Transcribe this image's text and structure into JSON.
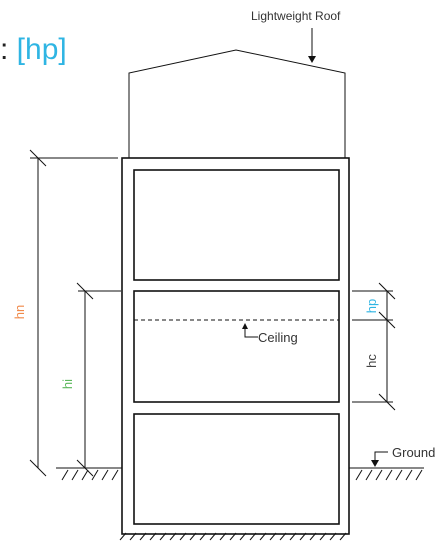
{
  "title_fragment": {
    "prefix": ": ",
    "term": "[hp]",
    "prefix_color": "#222222",
    "term_color": "#2fb5e3"
  },
  "labels": {
    "roof": "Lightweight Roof",
    "ceiling": "Ceiling",
    "ground": "Ground",
    "hn": "hn",
    "hi": "hi",
    "hp": "hp",
    "hc": "hc"
  },
  "colors": {
    "hn": "#f08a4b",
    "hi": "#5cb85c",
    "hp": "#2fb5e3",
    "hc": "#444444",
    "lines": "#111111",
    "text": "#333333"
  }
}
